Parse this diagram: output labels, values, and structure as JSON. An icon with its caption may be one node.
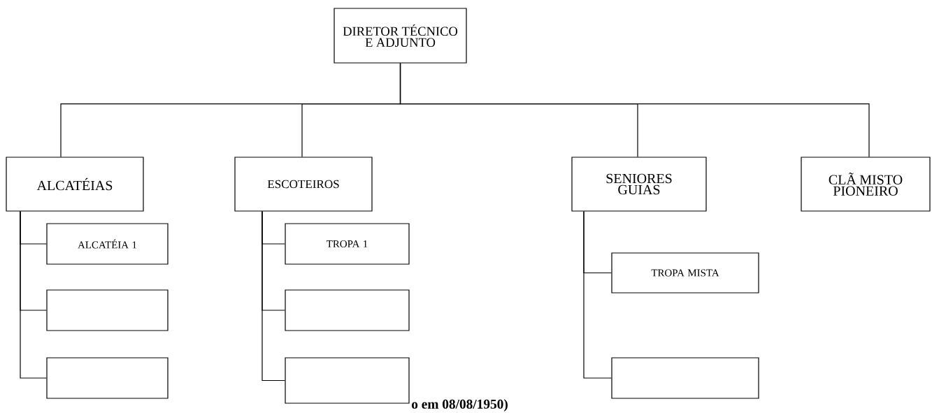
{
  "diagram": {
    "nodes": [
      {
        "text": [
          "DIRETOR TÉCNICO E ADJUNTO"
        ]
      },
      {
        "text": [
          "ALCATÉIAS"
        ]
      },
      {
        "text": [
          "ESCOTEIROS"
        ]
      },
      {
        "text": [
          "SENIORES GUIAS"
        ]
      },
      {
        "text": [
          "CLÃ MISTO PIONEIRO"
        ]
      },
      {
        "text": [
          "ALCATÉIA 1"
        ]
      },
      {
        "text": [],
        "shape": "box"
      },
      {
        "text": [],
        "shape": "box"
      },
      {
        "text": [
          "TROPA 1"
        ]
      },
      {
        "text": [],
        "shape": "box"
      },
      {
        "text": [],
        "shape": "box"
      },
      {
        "text": [
          "TROPA MISTA"
        ]
      },
      {
        "text": [],
        "shape": "box"
      }
    ],
    "edges": [
      {
        "from": 0,
        "to": 1,
        "arrow": "none"
      },
      {
        "from": 0,
        "to": 2,
        "arrow": "none"
      },
      {
        "from": 0,
        "to": 3,
        "arrow": "none"
      },
      {
        "from": 0,
        "to": 4,
        "arrow": "none"
      },
      {
        "from": 1,
        "to": 5,
        "arrow": "none"
      },
      {
        "from": 1,
        "to": 6,
        "arrow": "none"
      },
      {
        "from": 1,
        "to": 7,
        "arrow": "none"
      },
      {
        "from": 2,
        "to": 8,
        "arrow": "none"
      },
      {
        "from": 2,
        "to": 9,
        "arrow": "none"
      },
      {
        "from": 2,
        "to": 10,
        "arrow": "none"
      },
      {
        "from": 3,
        "to": 11,
        "arrow": "none"
      },
      {
        "from": 3,
        "to": 12,
        "arrow": "none"
      }
    ],
    "labels": [
      "o em 08/08/1950)"
    ]
  }
}
